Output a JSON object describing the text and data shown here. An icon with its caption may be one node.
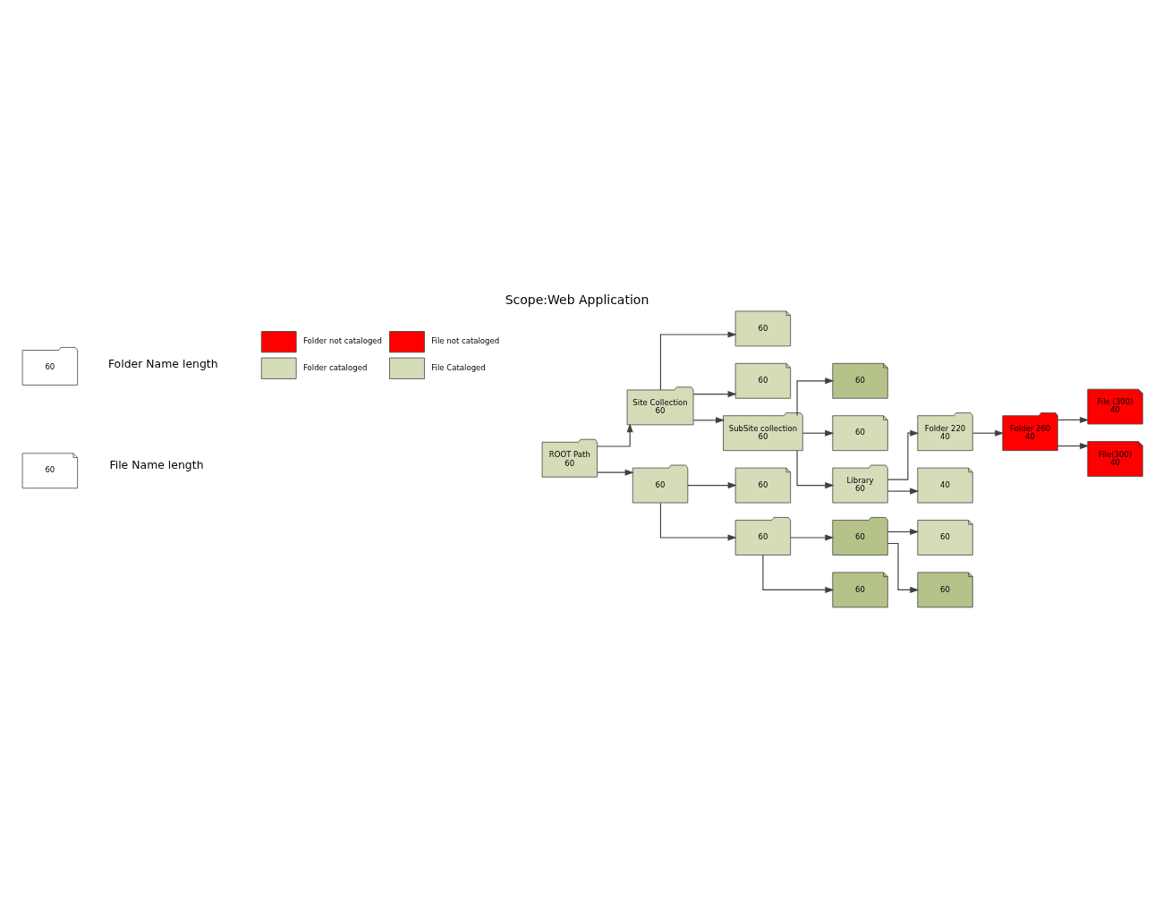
{
  "diagram": {
    "title": "Scope:Web Application",
    "nodes": [
      {
        "text": [
          "60"
        ],
        "beside": [
          "Folder Name length"
        ]
      },
      {
        "text": [
          "60"
        ],
        "beside": [
          "File Name length"
        ]
      },
      {
        "text": [
          "ROOT Path",
          "60"
        ]
      },
      {
        "text": [
          "Site Collection",
          "60"
        ]
      },
      {
        "text": [
          "60"
        ]
      },
      {
        "text": [
          "60"
        ]
      },
      {
        "text": [
          "SubSite collection",
          "60"
        ]
      },
      {
        "text": [
          "60"
        ]
      },
      {
        "text": [
          "60"
        ]
      },
      {
        "text": [
          "Library",
          "60"
        ]
      },
      {
        "text": [
          "Folder 220",
          "40"
        ]
      },
      {
        "text": [
          "40"
        ]
      },
      {
        "text": [
          "Folder 260",
          "40"
        ]
      },
      {
        "text": [
          "File (300)",
          "40"
        ]
      },
      {
        "text": [
          "File(300)",
          "40"
        ]
      },
      {
        "text": [
          "60"
        ]
      },
      {
        "text": [
          "60"
        ]
      },
      {
        "text": [
          "60"
        ]
      },
      {
        "text": [
          "60"
        ]
      },
      {
        "text": [
          "60"
        ]
      },
      {
        "text": [
          "60"
        ]
      },
      {
        "text": [
          "60"
        ]
      }
    ],
    "edges": [
      {
        "from": 2,
        "to": 3,
        "arrow": "to"
      },
      {
        "from": 2,
        "to": 15,
        "arrow": "to"
      },
      {
        "from": 3,
        "to": 4,
        "arrow": "to"
      },
      {
        "from": 3,
        "to": 5,
        "arrow": "to"
      },
      {
        "from": 3,
        "to": 6,
        "arrow": "to"
      },
      {
        "from": 6,
        "to": 7,
        "arrow": "to"
      },
      {
        "from": 6,
        "to": 8,
        "arrow": "to"
      },
      {
        "from": 6,
        "to": 9,
        "arrow": "to"
      },
      {
        "from": 9,
        "to": 10,
        "arrow": "to"
      },
      {
        "from": 9,
        "to": 11,
        "arrow": "to"
      },
      {
        "from": 10,
        "to": 12,
        "arrow": "to"
      },
      {
        "from": 12,
        "to": 13,
        "arrow": "to"
      },
      {
        "from": 12,
        "to": 14,
        "arrow": "to"
      },
      {
        "from": 15,
        "to": 16,
        "arrow": "to"
      },
      {
        "from": 15,
        "to": 17,
        "arrow": "to"
      },
      {
        "from": 17,
        "to": 18,
        "arrow": "to"
      },
      {
        "from": 17,
        "to": 20,
        "arrow": "to"
      },
      {
        "from": 18,
        "to": 19,
        "arrow": "to"
      },
      {
        "from": 18,
        "to": 21,
        "arrow": "to"
      }
    ],
    "legend": [
      {
        "text": "Folder not cataloged",
        "color": "#ff0000"
      },
      {
        "text": "File not cataloged",
        "color": "#ff0000"
      },
      {
        "text": "Folder cataloged",
        "color": "#d4dcb8"
      },
      {
        "text": "File Cataloged",
        "color": "#d4dcb8"
      }
    ]
  }
}
